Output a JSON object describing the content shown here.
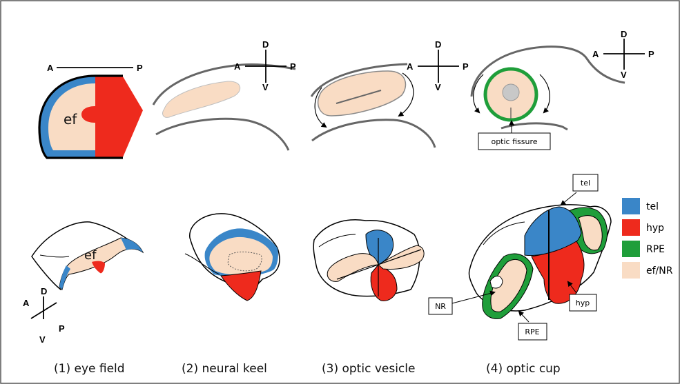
{
  "colors": {
    "tel": "#3a86c8",
    "hyp": "#ee2a1d",
    "rpe": "#1f9e3a",
    "ef_nr": "#f9dcc4",
    "outline_gray": "#7a7a7a",
    "lens_gray": "#c8c8c8"
  },
  "axes": {
    "a": "A",
    "p": "P",
    "d": "D",
    "v": "V"
  },
  "panel1": {
    "ef_label_top": "ef",
    "ef_label_bottom": "ef",
    "caption": "(1) eye field"
  },
  "panel2": {
    "caption": "(2) neural keel"
  },
  "panel3": {
    "caption": "(3) optic vesicle"
  },
  "panel4": {
    "caption": "(4) optic cup",
    "optic_fissure_label": "optic fissure",
    "tel_callout": "tel",
    "hyp_callout": "hyp",
    "nr_callout": "NR",
    "rpe_callout": "RPE"
  },
  "legend": [
    {
      "label": "tel",
      "color": "#3a86c8"
    },
    {
      "label": "hyp",
      "color": "#ee2a1d"
    },
    {
      "label": "RPE",
      "color": "#1f9e3a"
    },
    {
      "label": "ef/NR",
      "color": "#f9dcc4"
    }
  ]
}
